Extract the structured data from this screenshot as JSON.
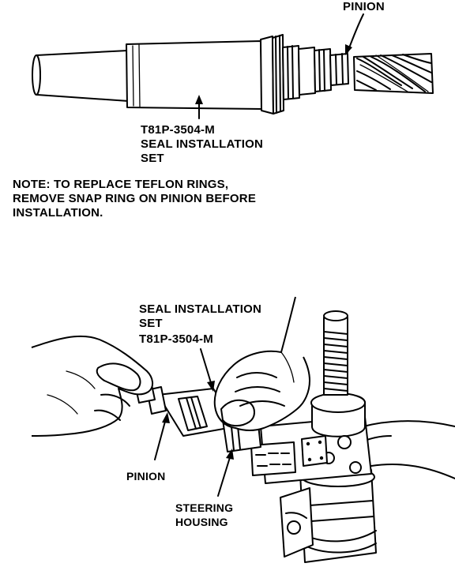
{
  "top_view": {
    "pinion_label": "PINION",
    "tool_label_lines": [
      "T81P-3504-M",
      "SEAL INSTALLATION",
      "SET"
    ]
  },
  "note_lines": [
    "NOTE: TO REPLACE TEFLON RINGS,",
    "REMOVE SNAP RING ON PINION BEFORE",
    "INSTALLATION."
  ],
  "bottom_view": {
    "tool_label_lines": [
      "SEAL INSTALLATION",
      "SET",
      "T81P-3504-M"
    ],
    "pinion_label": "PINION",
    "housing_label_lines": [
      "STEERING",
      "HOUSING"
    ]
  }
}
